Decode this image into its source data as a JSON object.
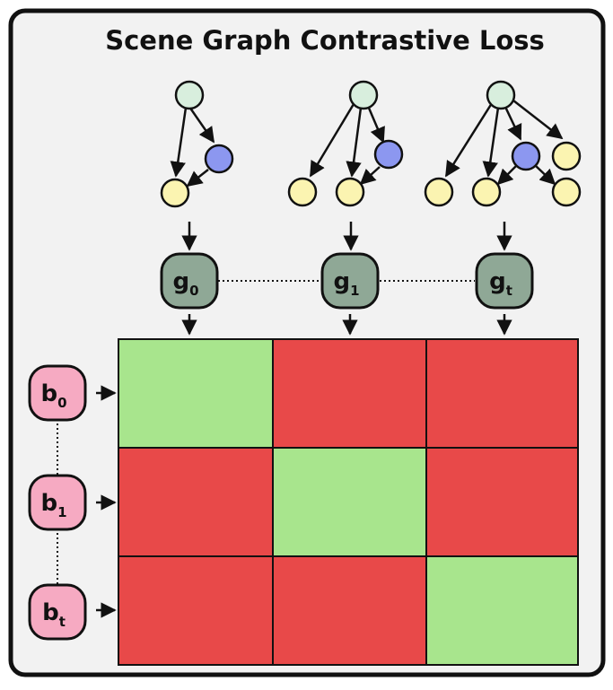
{
  "title": "Scene Graph Contrastive Loss",
  "colors": {
    "panel_bg": "#f2f2f2",
    "panel_border": "#111111",
    "root_node": "#d8eedd",
    "relation_node": "#8c97f0",
    "object_node": "#fbf4b1",
    "graph_embed": "#8fa896",
    "box_embed": "#f6aac2",
    "match_cell": "#a8e58d",
    "nonmatch_cell": "#e84949"
  },
  "graph_embeddings": [
    {
      "base": "g",
      "sub": "0"
    },
    {
      "base": "g",
      "sub": "1"
    },
    {
      "base": "g",
      "sub": "t"
    }
  ],
  "box_embeddings": [
    {
      "base": "b",
      "sub": "0"
    },
    {
      "base": "b",
      "sub": "1"
    },
    {
      "base": "b",
      "sub": "t"
    }
  ],
  "similarity_matrix": [
    [
      "match",
      "non-match",
      "non-match"
    ],
    [
      "non-match",
      "match",
      "non-match"
    ],
    [
      "non-match",
      "non-match",
      "match"
    ]
  ],
  "scene_graphs": [
    {
      "nodes": [
        "root",
        "relation",
        "object"
      ],
      "edges": [
        [
          "root",
          "relation"
        ],
        [
          "root",
          "object"
        ],
        [
          "relation",
          "object"
        ]
      ]
    },
    {
      "nodes": [
        "root",
        "relation",
        "object",
        "object"
      ],
      "edges": [
        [
          "root",
          "object"
        ],
        [
          "root",
          "object"
        ],
        [
          "root",
          "relation"
        ],
        [
          "relation",
          "object"
        ]
      ]
    },
    {
      "nodes": [
        "root",
        "relation",
        "object",
        "object",
        "object",
        "object"
      ],
      "edges": [
        [
          "root",
          "object"
        ],
        [
          "root",
          "object"
        ],
        [
          "root",
          "relation"
        ],
        [
          "root",
          "object"
        ],
        [
          "relation",
          "object"
        ],
        [
          "relation",
          "object"
        ]
      ]
    }
  ]
}
